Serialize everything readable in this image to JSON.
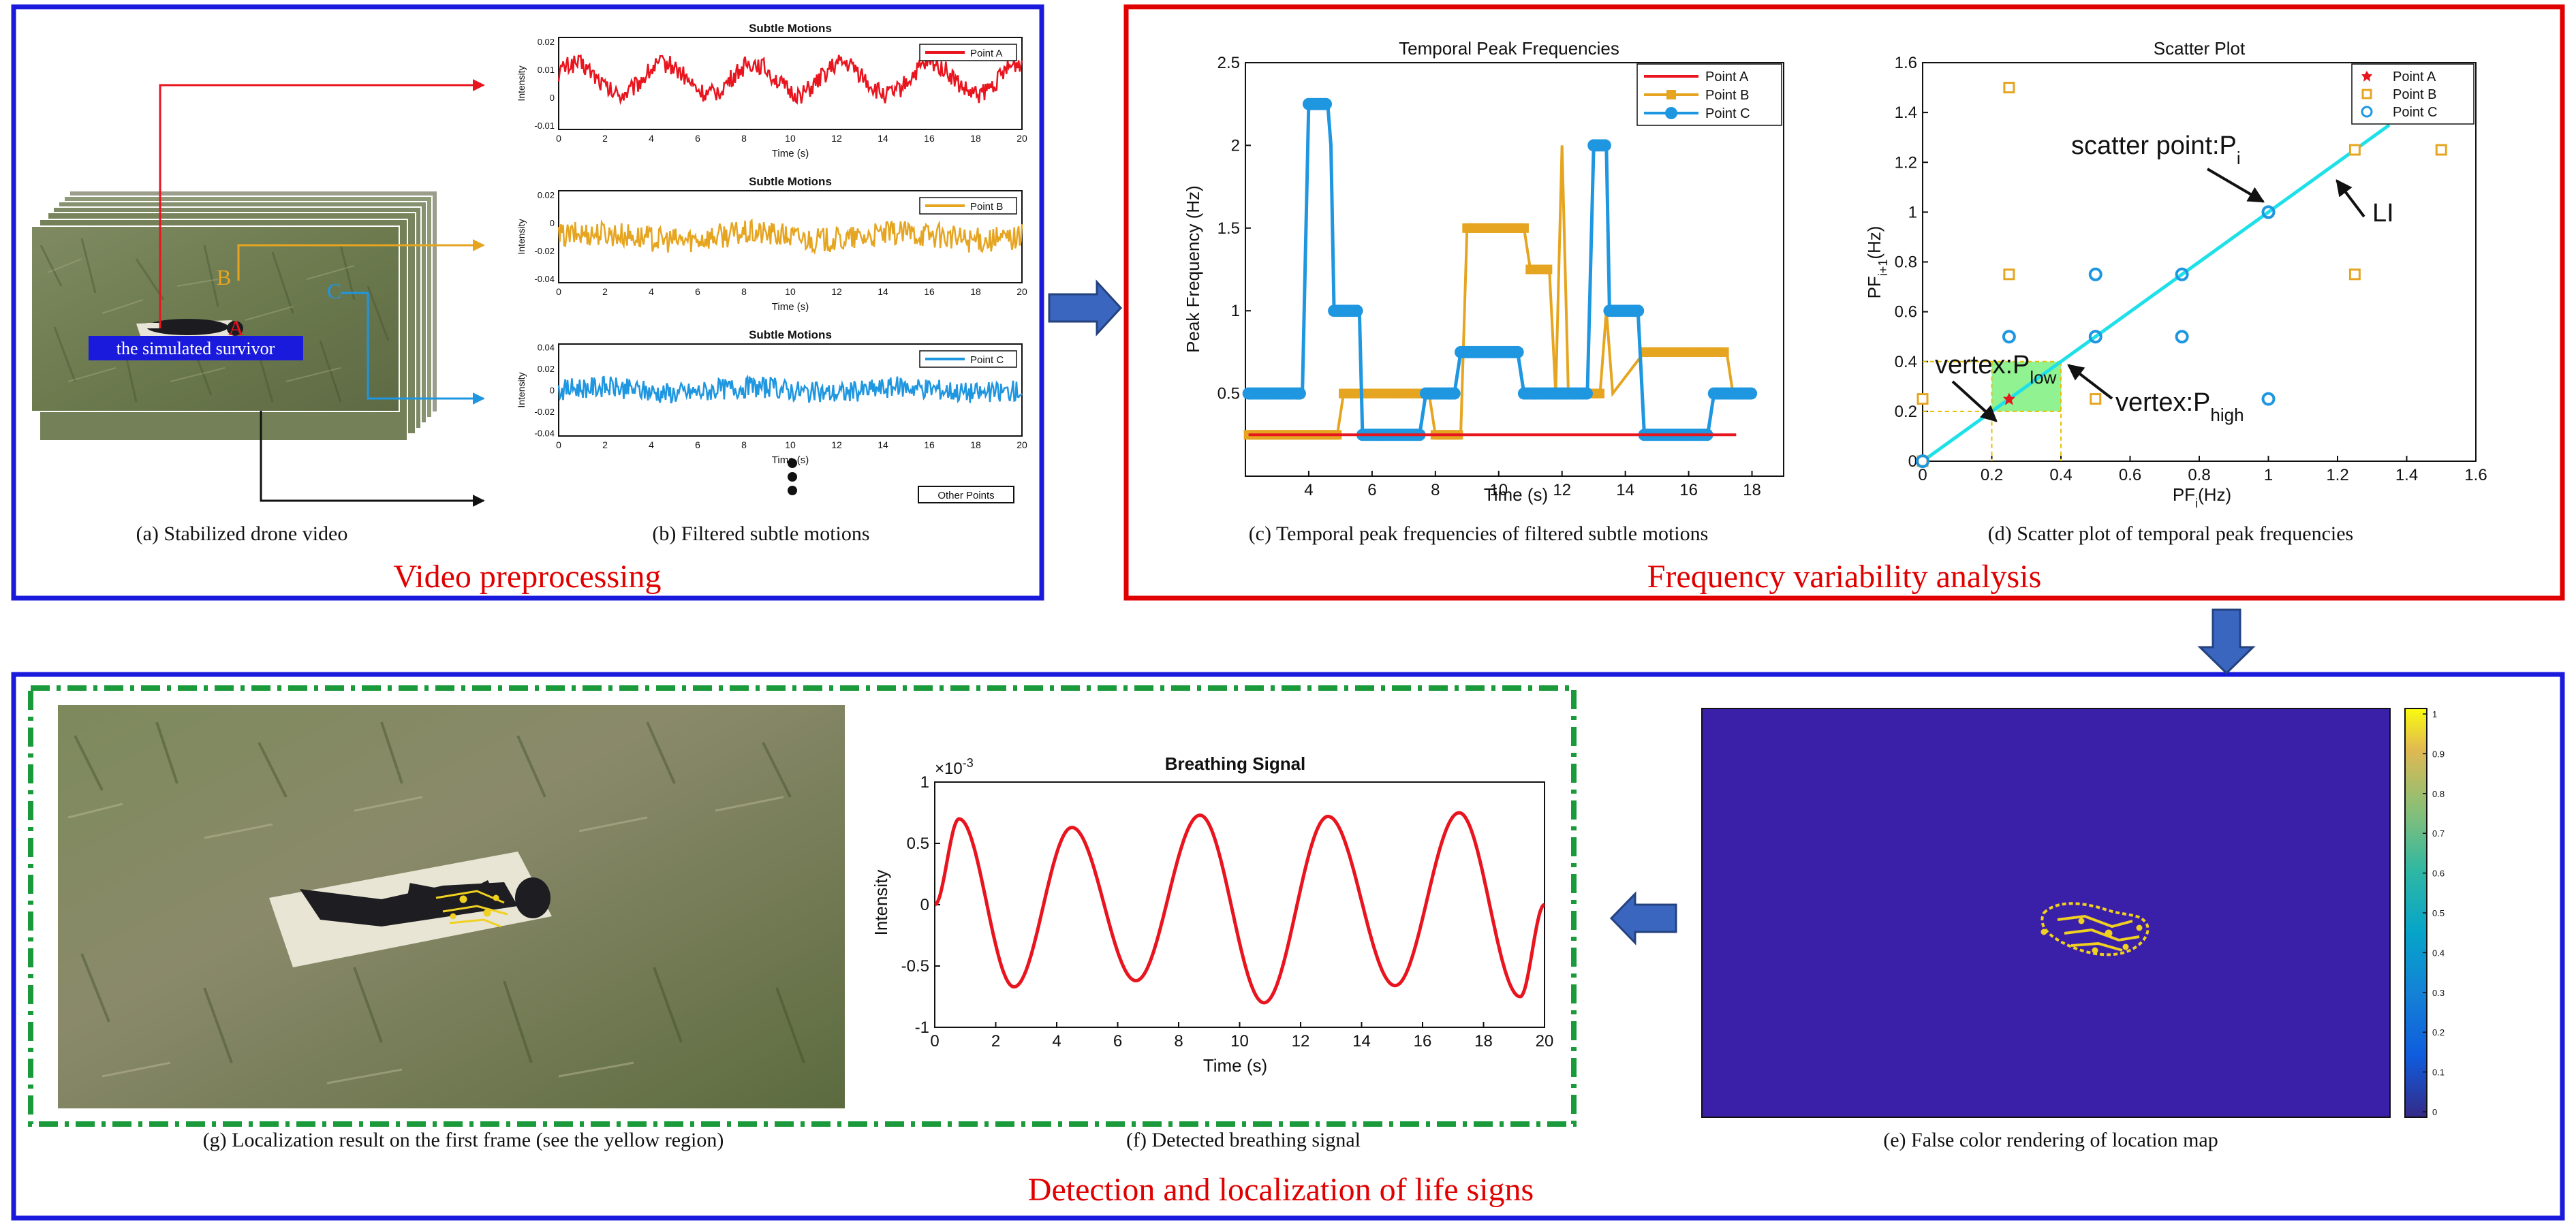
{
  "panels": {
    "preprocessing": {
      "title": "Video preprocessing",
      "subfig_a": "(a) Stabilized drone video",
      "subfig_b": "(b) Filtered subtle motions",
      "survivor_label": "the simulated survivor",
      "point_labels": [
        "A",
        "B",
        "C"
      ]
    },
    "frequency": {
      "title": "Frequency variability analysis",
      "subfig_c": "(c) Temporal peak frequencies of filtered subtle motions",
      "subfig_d": "(d) Scatter plot of temporal peak frequencies"
    },
    "detection": {
      "title": "Detection and localization of life signs",
      "subfig_e": "(e) False color rendering of location map",
      "subfig_f": "(f) Detected breathing signal",
      "subfig_g": "(g) Localization result on the first frame (see the yellow region)"
    }
  },
  "colors": {
    "point_a": "#e8141e",
    "point_b": "#e6a521",
    "point_c": "#1e96e0",
    "blue_frame": "#1a1adc",
    "red_frame": "#e00000",
    "green_frame": "#1a9a3a",
    "arrow_blue": "#3a66c0",
    "heatmap_bg": "#3a1fa8",
    "scatter_line": "#1ee0e8"
  },
  "small_charts": [
    {
      "title": "Subtle Motions",
      "legend": "Point A",
      "color_key": "point_a",
      "ylabel": "Intensity",
      "xlabel": "Time (s)",
      "yticks": [
        "0.02",
        "0.01",
        "0",
        "-0.01"
      ],
      "xticks": [
        "0",
        "2",
        "4",
        "6",
        "8",
        "10",
        "12",
        "14",
        "16",
        "18",
        "20"
      ]
    },
    {
      "title": "Subtle Motions",
      "legend": "Point B",
      "color_key": "point_b",
      "ylabel": "Intensity",
      "xlabel": "Time (s)",
      "yticks": [
        "0.02",
        "0",
        "-0.02",
        "-0.04"
      ],
      "xticks": [
        "0",
        "2",
        "4",
        "6",
        "8",
        "10",
        "12",
        "14",
        "16",
        "18",
        "20"
      ]
    },
    {
      "title": "Subtle Motions",
      "legend": "Point C",
      "color_key": "point_c",
      "ylabel": "Intensity",
      "xlabel": "Time (s)",
      "yticks": [
        "0.04",
        "0.02",
        "0",
        "-0.02",
        "-0.04"
      ],
      "xticks": [
        "0",
        "2",
        "4",
        "6",
        "8",
        "10",
        "12",
        "14",
        "16",
        "18",
        "20"
      ]
    }
  ],
  "other_points_label": "Other Points",
  "chart_data": [
    {
      "type": "line",
      "title": "Temporal Peak Frequencies",
      "xlabel": "Time (s)",
      "ylabel": "Peak Frequency (Hz)",
      "xlim": [
        2,
        19
      ],
      "ylim": [
        0,
        2.5
      ],
      "xticks": [
        4,
        6,
        8,
        10,
        12,
        14,
        16,
        18
      ],
      "yticks": [
        0.5,
        1,
        1.5,
        2,
        2.5
      ],
      "legend_position": "top-right",
      "series": [
        {
          "name": "Point A",
          "color_key": "point_a",
          "marker": "none",
          "points": [
            [
              2.1,
              0.25
            ],
            [
              17.5,
              0.25
            ]
          ]
        },
        {
          "name": "Point B",
          "color_key": "point_b",
          "marker": "square",
          "points": [
            [
              2.1,
              0.25
            ],
            [
              3.9,
              0.25
            ],
            [
              4.9,
              0.25
            ],
            [
              5.1,
              0.5
            ],
            [
              7.8,
              0.5
            ],
            [
              8.0,
              0.25
            ],
            [
              8.8,
              0.25
            ],
            [
              9.0,
              1.5
            ],
            [
              10.8,
              1.5
            ],
            [
              11.0,
              1.25
            ],
            [
              11.6,
              1.25
            ],
            [
              11.8,
              0.5
            ],
            [
              12.0,
              2.0
            ],
            [
              12.2,
              0.5
            ],
            [
              13.2,
              0.5
            ],
            [
              13.4,
              1.0
            ],
            [
              13.6,
              0.5
            ],
            [
              14.6,
              0.75
            ],
            [
              17.2,
              0.75
            ],
            [
              17.4,
              0.5
            ]
          ]
        },
        {
          "name": "Point C",
          "color_key": "point_c",
          "marker": "circle",
          "points": [
            [
              2.1,
              0.5
            ],
            [
              3.8,
              0.5
            ],
            [
              4.0,
              2.25
            ],
            [
              4.6,
              2.25
            ],
            [
              4.7,
              2.0
            ],
            [
              4.8,
              1.0
            ],
            [
              5.6,
              1.0
            ],
            [
              5.7,
              0.25
            ],
            [
              7.5,
              0.25
            ],
            [
              7.7,
              0.5
            ],
            [
              8.6,
              0.5
            ],
            [
              8.8,
              0.75
            ],
            [
              10.6,
              0.75
            ],
            [
              10.8,
              0.5
            ],
            [
              12.8,
              0.5
            ],
            [
              13.0,
              2.0
            ],
            [
              13.4,
              2.0
            ],
            [
              13.5,
              1.0
            ],
            [
              14.4,
              1.0
            ],
            [
              14.6,
              0.25
            ],
            [
              16.6,
              0.25
            ],
            [
              16.8,
              0.5
            ],
            [
              18.0,
              0.5
            ]
          ]
        }
      ]
    },
    {
      "type": "scatter",
      "title": "Scatter Plot",
      "xlabel": "PF_i(Hz)",
      "ylabel": "PF_{i+1}(Hz)",
      "xlim": [
        0,
        1.6
      ],
      "ylim": [
        0,
        1.6
      ],
      "xticks": [
        0,
        0.2,
        0.4,
        0.6,
        0.8,
        1,
        1.2,
        1.4,
        1.6
      ],
      "yticks": [
        0,
        0.2,
        0.4,
        0.6,
        0.8,
        1,
        1.2,
        1.4,
        1.6
      ],
      "legend_position": "top-right",
      "series": [
        {
          "name": "Point A",
          "color_key": "point_a",
          "marker": "star",
          "points": [
            [
              0.25,
              0.25
            ]
          ]
        },
        {
          "name": "Point B",
          "color_key": "point_b",
          "marker": "square",
          "points": [
            [
              0,
              0.25
            ],
            [
              0.25,
              1.5
            ],
            [
              0.25,
              0.75
            ],
            [
              0.5,
              0.25
            ],
            [
              1.25,
              1.25
            ],
            [
              1.25,
              0.75
            ],
            [
              1.5,
              1.25
            ],
            [
              0,
              0
            ]
          ]
        },
        {
          "name": "Point C",
          "color_key": "point_c",
          "marker": "circle",
          "points": [
            [
              0,
              0
            ],
            [
              0.25,
              0.5
            ],
            [
              0.5,
              0.5
            ],
            [
              0.5,
              0.75
            ],
            [
              0.75,
              0.75
            ],
            [
              0.75,
              0.5
            ],
            [
              1,
              1
            ],
            [
              1,
              0.25
            ]
          ]
        }
      ],
      "identity_line": [
        [
          0,
          0
        ],
        [
          1.35,
          1.35
        ]
      ],
      "highlight_box": {
        "x": [
          0.2,
          0.4
        ],
        "y": [
          0.2,
          0.4
        ]
      },
      "annotations": {
        "scatter_point": "scatter point:",
        "scatter_point_sym": "P",
        "scatter_point_sub": "i",
        "li": "LI",
        "vertex_low": "vertex:",
        "vertex_low_sym": "P",
        "vertex_low_sub": "low",
        "vertex_high": "vertex:",
        "vertex_high_sym": "P",
        "vertex_high_sub": "high"
      }
    },
    {
      "type": "line",
      "title": "Breathing Signal",
      "xlabel": "Time (s)",
      "ylabel": "Intensity",
      "exponent_label": "×10",
      "exponent_power": "-3",
      "xlim": [
        0,
        20
      ],
      "ylim": [
        -1,
        1
      ],
      "xticks": [
        0,
        2,
        4,
        6,
        8,
        10,
        12,
        14,
        16,
        18,
        20
      ],
      "yticks": [
        -1,
        -0.5,
        0,
        0.5,
        1
      ],
      "series": [
        {
          "name": "",
          "color_key": "point_a",
          "peaks": [
            [
              0.8,
              0.7
            ],
            [
              2.6,
              -0.67
            ],
            [
              4.5,
              0.63
            ],
            [
              6.6,
              -0.62
            ],
            [
              8.7,
              0.73
            ],
            [
              10.8,
              -0.8
            ],
            [
              12.9,
              0.72
            ],
            [
              15.1,
              -0.66
            ],
            [
              17.2,
              0.75
            ],
            [
              19.2,
              -0.75
            ]
          ]
        }
      ]
    },
    {
      "type": "heatmap",
      "colorbar_ticks": [
        "1",
        "0.9",
        "0.8",
        "0.7",
        "0.6",
        "0.5",
        "0.4",
        "0.3",
        "0.2",
        "0.1",
        "0"
      ]
    }
  ]
}
